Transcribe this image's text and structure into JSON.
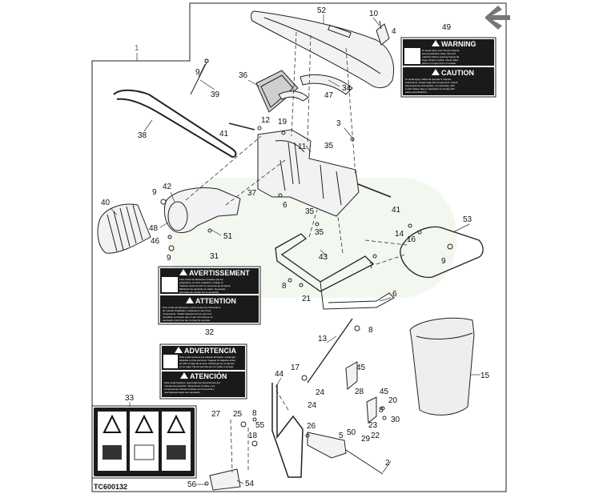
{
  "figure_id": "TC600132",
  "assembly_ref": "1",
  "callouts": {
    "c52": "52",
    "c10": "10",
    "c4": "4",
    "c49": "49",
    "c9a": "9",
    "c39": "39",
    "c36": "36",
    "c34": "34",
    "c47": "47",
    "c38": "38",
    "c41a": "41",
    "c12": "12",
    "c19": "19",
    "c3": "3",
    "c11": "11",
    "c35a": "35",
    "c35b": "35",
    "c35c": "35",
    "c37": "37",
    "c6a": "6",
    "c41b": "41",
    "c40": "40",
    "c9b": "9",
    "c42": "42",
    "c48": "48",
    "c46": "46",
    "c51": "51",
    "c9c": "9",
    "c31": "31",
    "c43": "43",
    "c8a": "8",
    "c21": "21",
    "c7": "7",
    "c14": "14",
    "c16": "16",
    "c53": "53",
    "c9d": "9",
    "c6b": "6",
    "c8b": "8",
    "c13": "13",
    "c32": "32",
    "c15": "15",
    "c17": "17",
    "c45a": "45",
    "c44": "44",
    "c24a": "24",
    "c24b": "24",
    "c28": "28",
    "c45b": "45",
    "c20": "20",
    "c8c": "8",
    "c30": "30",
    "c33": "33",
    "c27": "27",
    "c25": "25",
    "c8d": "8",
    "c55": "55",
    "c18": "18",
    "c26": "26",
    "c5": "5",
    "c50": "50",
    "c23": "23",
    "c29": "29",
    "c22": "22",
    "c2": "2",
    "c56": "56",
    "c54": "54"
  },
  "labels": {
    "warning_en": {
      "heading": "WARNING",
      "text": [
        "To avoid injury from thrown objects,",
        "keep bystanders away. Shut off",
        "machine before opening hopper lid.",
        "Keep chutes in place. Never allow",
        "riders on hopper lid or in bucket."
      ]
    },
    "caution_en": {
      "heading": "CAUTION",
      "text": [
        "To avoid injury, follow all operator's manual",
        "instructions. Inspect bag and components. Check",
        "bag frequently and replace, as necessary, with",
        "a John Deere bag or equivalent to comply with",
        "safety specifications."
      ]
    },
    "avertissement": {
      "heading": "AVERTISSEMENT",
      "text": [
        "Pour éviter les blessures causées par les",
        "projections, se tenir à distance. Arrêter la",
        "machine avant d'ouvrir le couvercle de la trémie.",
        "Maintenir les goulottes en place. Ne jamais",
        "permettre de monter sur le couvercle."
      ]
    },
    "attention": {
      "heading": "ATTENTION",
      "text": [
        "Pour éviter les blessures, suivre toutes les instructions",
        "du manuel d'utilisation. Inspecter le sac et les",
        "composants. Vérifier fréquemment le sac et le",
        "remplacer au besoin par un sac John Deere ou",
        "équivalent conforme aux normes de sécurité."
      ]
    },
    "advertencia": {
      "heading": "ADVERTENCIA",
      "text": [
        "Para evitar lesiones por objetos lanzados, mantenga",
        "alejadas a otras personas. Apague la máquina antes",
        "de abrir la tapa de la tolva. Mantenga los conductos",
        "en su lugar. Nunca permita que se suban a la tapa."
      ]
    },
    "atencion": {
      "heading": "ATENCIÓN",
      "text": [
        "Para evitar lesiones, siga todas las instrucciones del",
        "manual del operador. Inspeccione la bolsa y los",
        "componentes. Revise la bolsa con frecuencia y",
        "reemplácela según sea necesario."
      ]
    }
  },
  "colors": {
    "ink": "#111111",
    "label_black": "#1a1a1a",
    "paper": "#ffffff",
    "watermark": "#dce8d4"
  },
  "icons": {
    "nav_arrow": "arrow-down-left-icon",
    "warning_symbol": "warning-triangle-icon"
  }
}
